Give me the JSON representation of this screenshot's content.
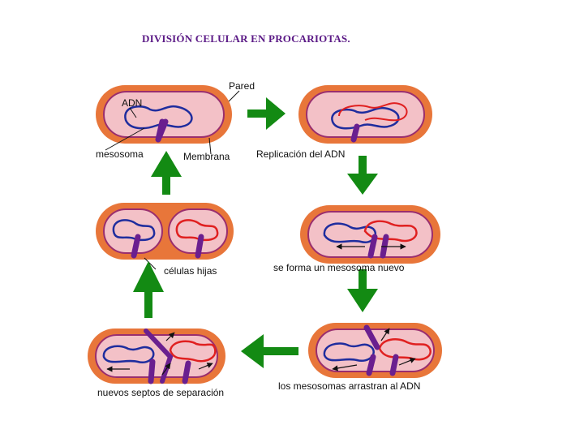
{
  "title": "DIVISIÓN CELULAR EN PROCARIOTAS.",
  "labels": {
    "pared": "Pared",
    "adn": "ADN",
    "mesosoma": "mesosoma",
    "membrana": "Membrana",
    "replicacion": "Replicación del ADN",
    "nuevo_mesosoma": "se forma un mesosoma nuevo",
    "celulas_hijas": "células hijas",
    "arrastran": "los mesosomas arrastran al ADN",
    "septos": "nuevos septos de separación"
  },
  "colors": {
    "wall": "#e8763a",
    "cytoplasm": "#f3c1c7",
    "membrane": "#9a2e6e",
    "dna_old": "#1f2d9e",
    "dna_new": "#e02020",
    "mesosome": "#6a1f8f",
    "arrow": "#138a13",
    "title": "#5b1a86"
  }
}
